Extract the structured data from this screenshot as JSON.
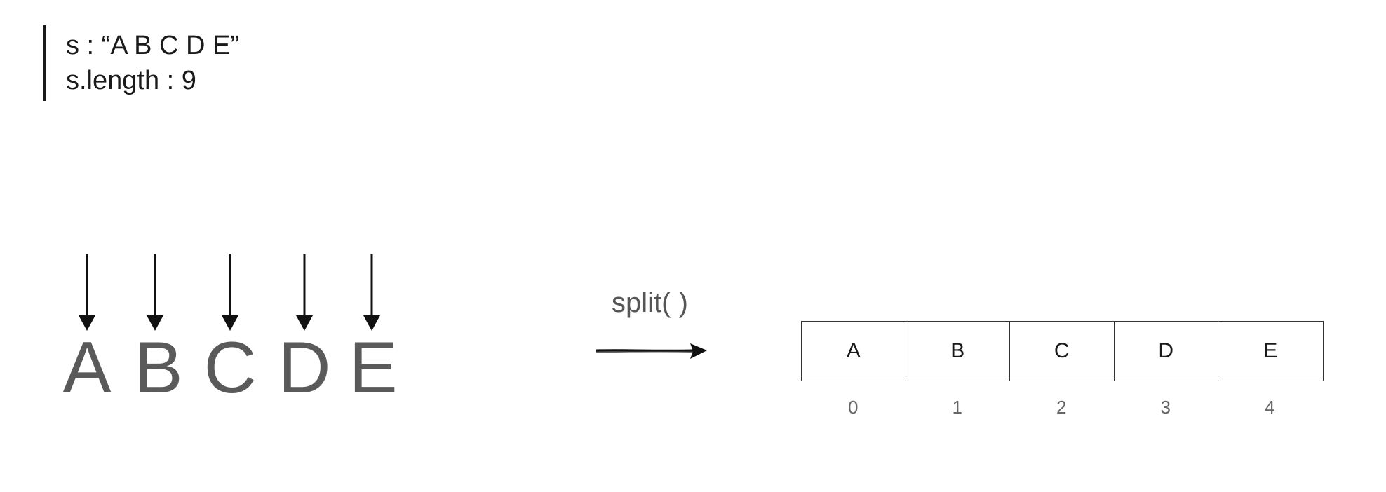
{
  "header": {
    "string_line": "s : “A B C D E”",
    "length_line": "s.length : 9"
  },
  "letters": [
    "A",
    "B",
    "C",
    "D",
    "E"
  ],
  "operation": {
    "label": "split( )"
  },
  "array": {
    "cells": [
      "A",
      "B",
      "C",
      "D",
      "E"
    ],
    "indices": [
      "0",
      "1",
      "2",
      "3",
      "4"
    ]
  }
}
